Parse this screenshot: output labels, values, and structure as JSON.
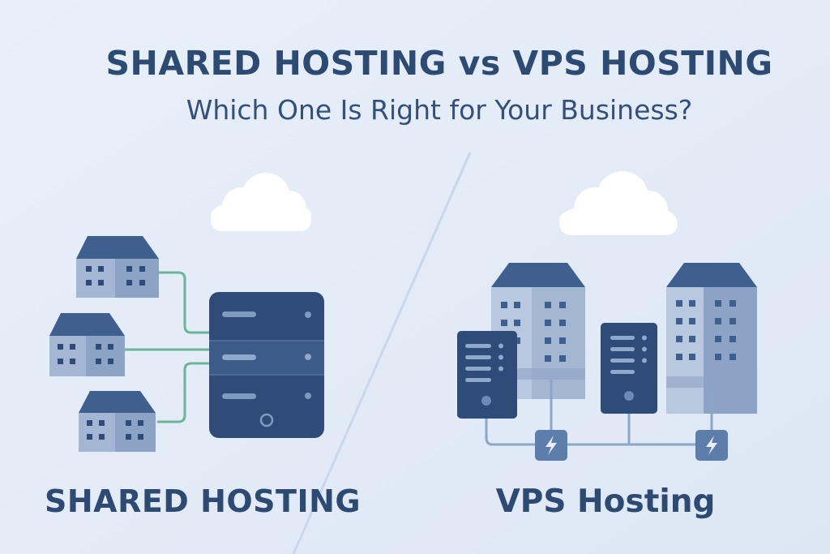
{
  "header": {
    "title": "SHARED HOSTING vs VPS HOSTING",
    "subtitle": "Which One Is Right for Your Business?"
  },
  "left_panel": {
    "label": "SHARED HOSTING",
    "buildings": 3,
    "servers": 1
  },
  "right_panel": {
    "label": "VPS Hosting",
    "buildings": 2,
    "servers": 2,
    "power_nodes": 2
  },
  "colors": {
    "background": "#e4ecf7",
    "text": "#2d4a73",
    "roof": "#3f5f8f",
    "server": "#2f4c78",
    "connector_green": "#6cb59a",
    "connector_blue": "#8aa6c8",
    "cloud": "#ffffff"
  },
  "icons": [
    "cloud-icon",
    "house-icon",
    "server-icon",
    "lightning-icon"
  ]
}
